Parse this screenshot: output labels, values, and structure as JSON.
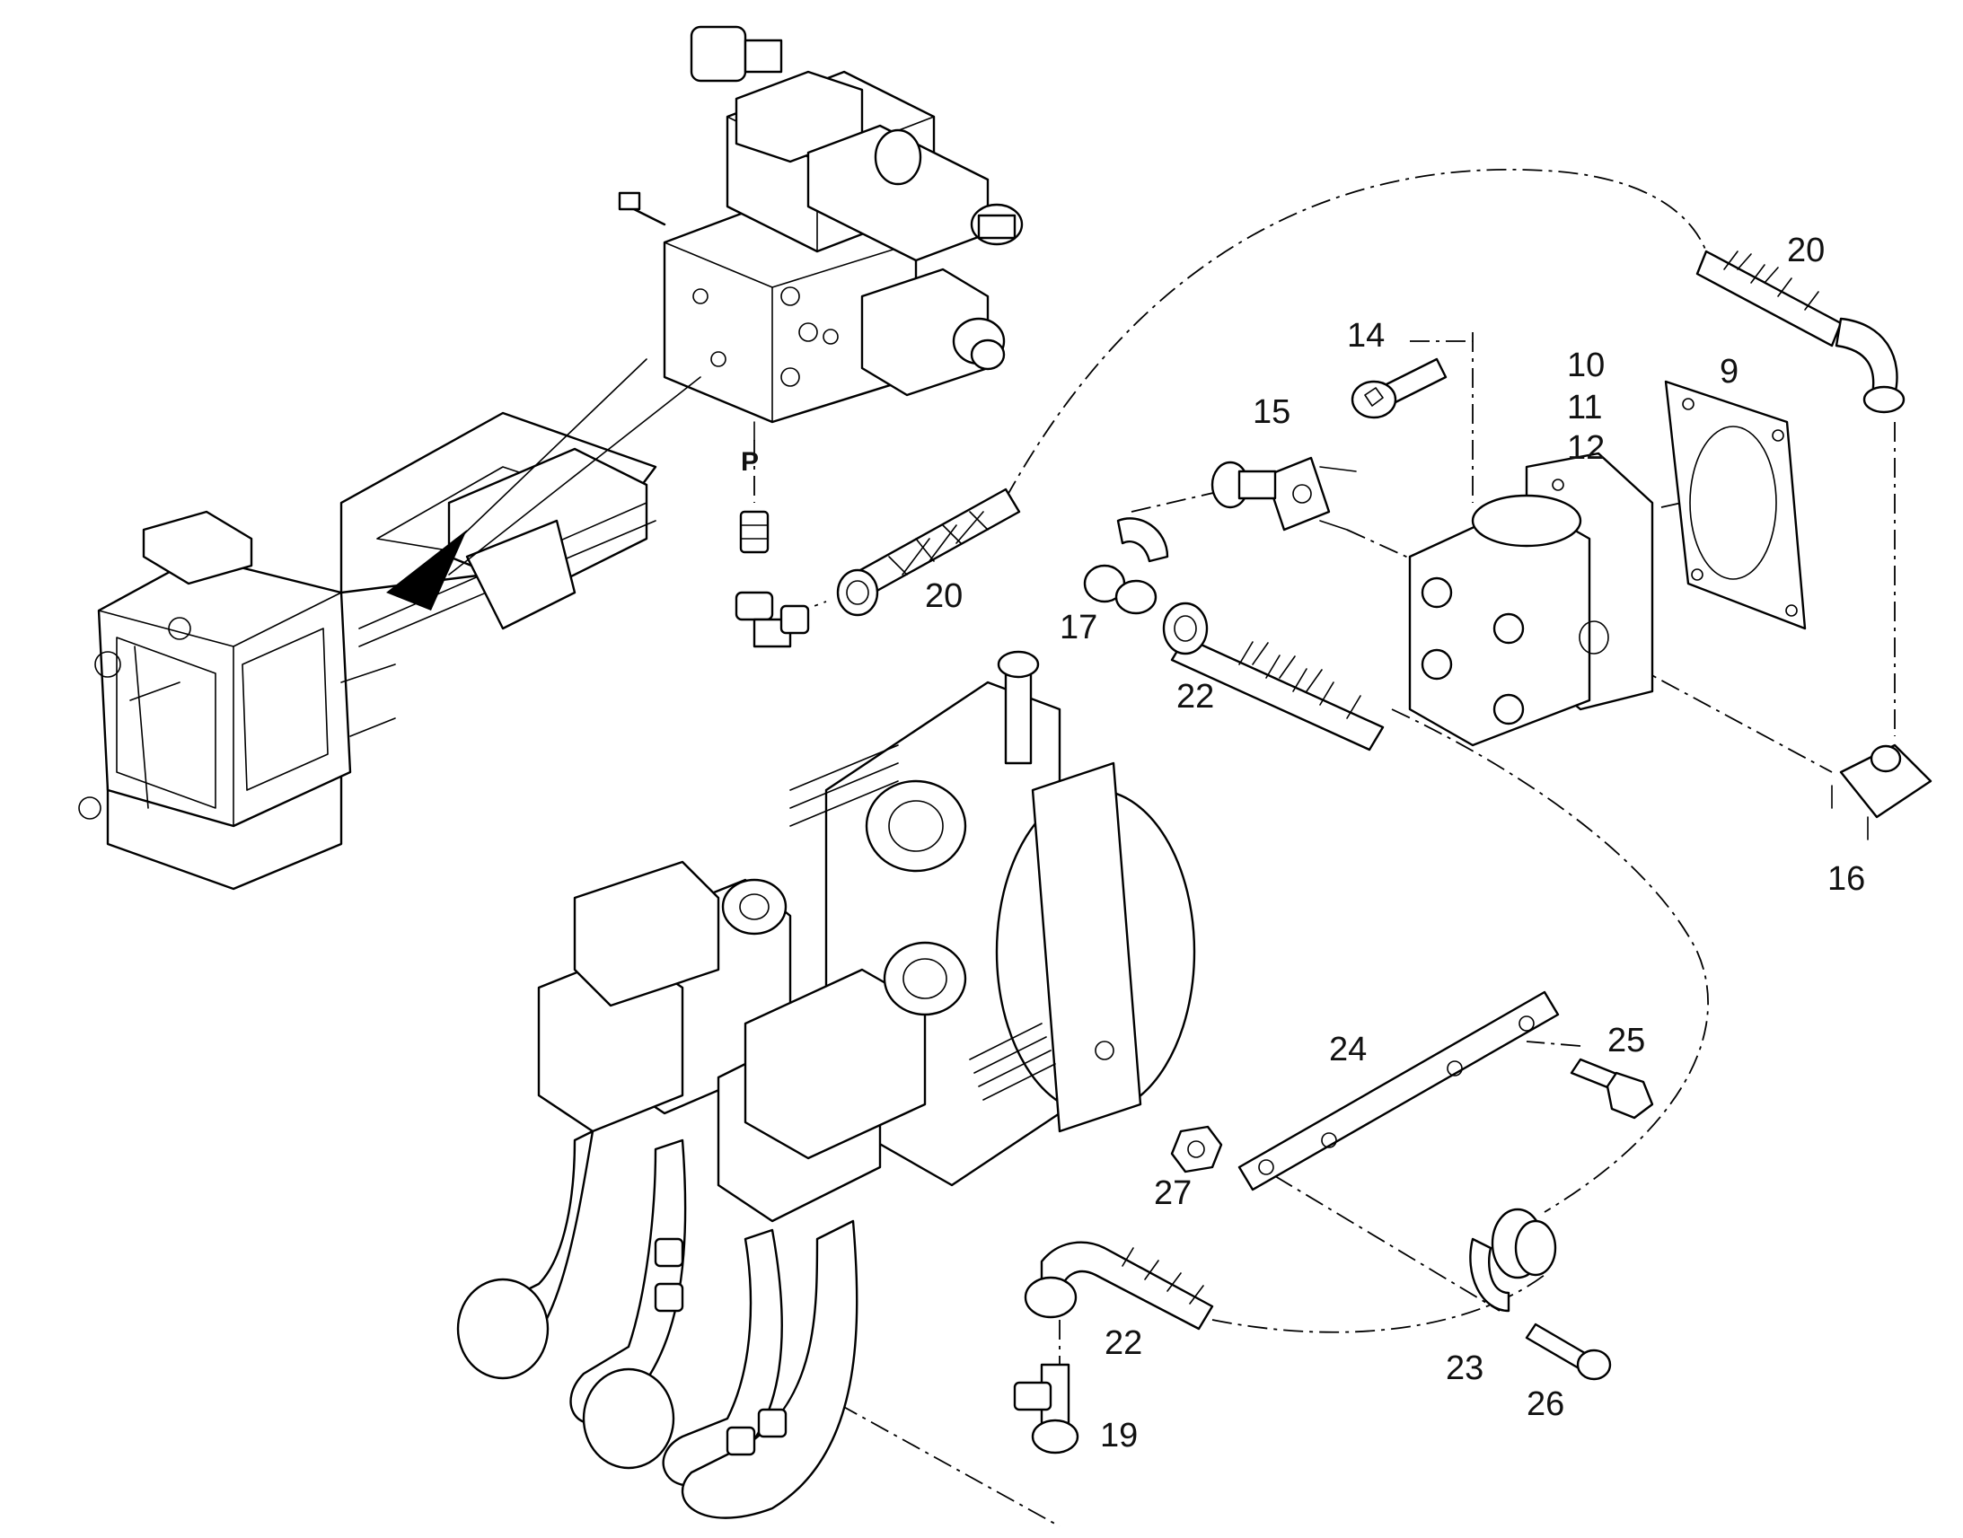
{
  "labels": {
    "p": "P",
    "l9": "9",
    "l10": "10",
    "l11": "11",
    "l12": "12",
    "l14": "14",
    "l15": "15",
    "l16": "16",
    "l17": "17",
    "l19": "19",
    "l20a": "20",
    "l20b": "20",
    "l22a": "22",
    "l22b": "22",
    "l23": "23",
    "l24": "24",
    "l25": "25",
    "l26": "26",
    "l27": "27"
  }
}
